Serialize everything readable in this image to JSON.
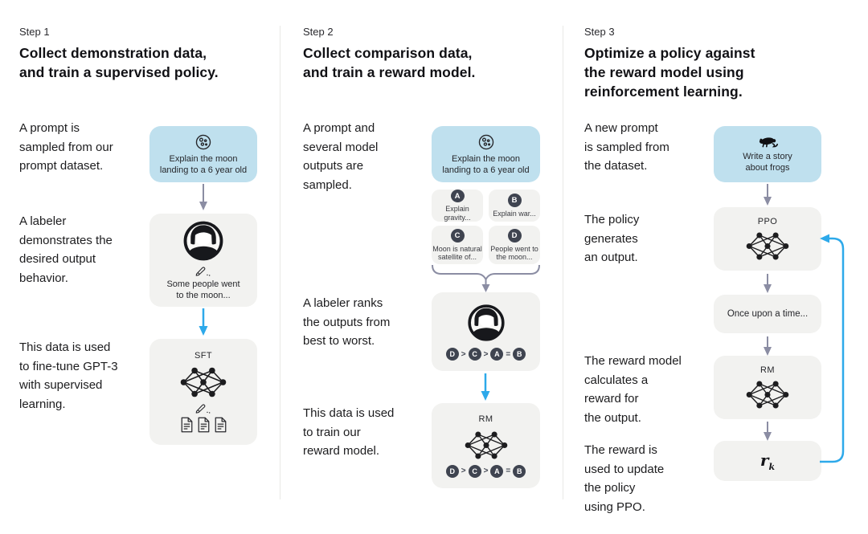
{
  "colors": {
    "prompt_box_blue": "#bfe0ee",
    "card_gray": "#f2f2f0",
    "badge_dark": "#3f4450",
    "arrow_gray": "#8b8da3",
    "arrow_blue": "#2da9ea",
    "title_text": "#101014"
  },
  "icons": {
    "prompt_step1_2": "moon-icon",
    "prompt_step3": "frog-icon",
    "labeler": "labeler-avatar-icon",
    "writing": "pencil-icon",
    "model": "neural-network-icon",
    "training_data": "documents-icon"
  },
  "step1": {
    "label": "Step 1",
    "title": "Collect demonstration data,\nand train a supervised policy.",
    "caption_prompt": "A prompt is\nsampled from our\nprompt dataset.",
    "caption_labeler": "A labeler\ndemonstrates the\ndesired output\nbehavior.",
    "caption_finetune": "This data is used\nto fine-tune GPT-3\nwith supervised\nlearning.",
    "prompt_box_text": "Explain the moon\nlanding to a 6 year old",
    "demo_box_text": "Some people went\nto the moon...",
    "sft_label": "SFT"
  },
  "step2": {
    "label": "Step 2",
    "title": "Collect comparison data,\nand train a reward model.",
    "caption_sampled": "A prompt and\nseveral model\noutputs are\nsampled.",
    "caption_ranks": "A labeler ranks\nthe outputs from\nbest to worst.",
    "caption_train": "This data is used\nto train our\nreward model.",
    "prompt_box_text": "Explain the moon\nlanding to a 6 year old",
    "outputs": [
      {
        "id": "A",
        "text": "Explain gravity..."
      },
      {
        "id": "B",
        "text": "Explain war..."
      },
      {
        "id": "C",
        "text": "Moon is natural\nsatellite of..."
      },
      {
        "id": "D",
        "text": "People went to\nthe moon..."
      }
    ],
    "ranking": [
      "D",
      ">",
      "C",
      ">",
      "A",
      "=",
      "B"
    ],
    "rm_label": "RM"
  },
  "step3": {
    "label": "Step 3",
    "title": "Optimize a policy against\nthe reward model using\nreinforcement learning.",
    "caption_new_prompt": "A new prompt\nis sampled from\nthe dataset.",
    "caption_policy": "The policy\ngenerates\nan output.",
    "caption_reward": "The reward model\ncalculates a\nreward for\nthe output.",
    "caption_update": "The reward is\nused to update\nthe policy\nusing PPO.",
    "prompt_box_text": "Write a story\nabout frogs",
    "ppo_label": "PPO",
    "output_box_text": "Once upon a time...",
    "rm_label": "RM",
    "reward_symbol": "r",
    "reward_subscript": "k"
  }
}
